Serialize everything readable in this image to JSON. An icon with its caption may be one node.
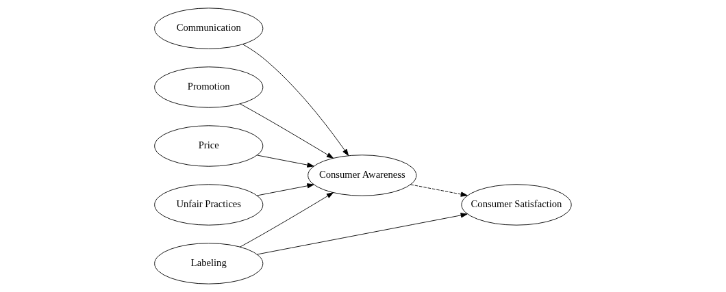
{
  "diagram": {
    "nodes": [
      {
        "text": [
          "Communication"
        ]
      },
      {
        "text": [
          "Promotion"
        ]
      },
      {
        "text": [
          "Price"
        ]
      },
      {
        "text": [
          "Consumer Awareness"
        ]
      },
      {
        "text": [
          "Unfair Practices"
        ]
      },
      {
        "text": [
          "Labeling"
        ]
      },
      {
        "text": [
          "Consumer Satisfaction"
        ]
      }
    ],
    "edges": [
      {
        "from": 0,
        "to": 3,
        "arrow": "to"
      },
      {
        "from": 1,
        "to": 3,
        "arrow": "to"
      },
      {
        "from": 2,
        "to": 3,
        "arrow": "to"
      },
      {
        "from": 4,
        "to": 3,
        "arrow": "to"
      },
      {
        "from": 5,
        "to": 3,
        "arrow": "to"
      },
      {
        "from": 3,
        "to": 6,
        "arrow": "to",
        "style": "dashed"
      },
      {
        "from": 5,
        "to": 6,
        "arrow": "to"
      }
    ]
  }
}
